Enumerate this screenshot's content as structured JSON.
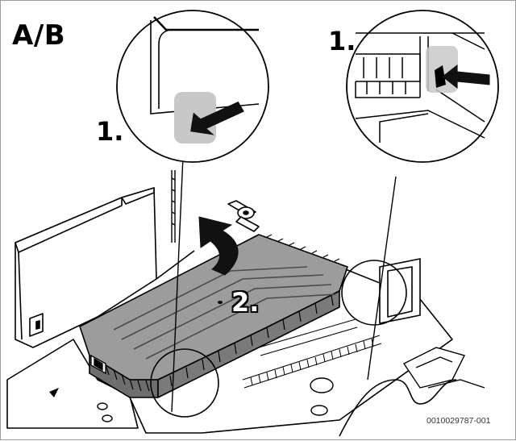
{
  "figure": {
    "panel_label": "A/B",
    "step_labels": {
      "detail_left": "1.",
      "detail_right": "1.",
      "rotate": "2."
    },
    "document_code": "0010029787-001"
  },
  "colors": {
    "line": "#000000",
    "cover_fill": "#9c9c9c",
    "cover_dark": "#6e6e6e",
    "highlight": "#c8c8c8",
    "arrow": "#111111",
    "background": "#ffffff"
  },
  "icons": [
    "push-arrow-icon",
    "rotate-arrow-icon"
  ]
}
